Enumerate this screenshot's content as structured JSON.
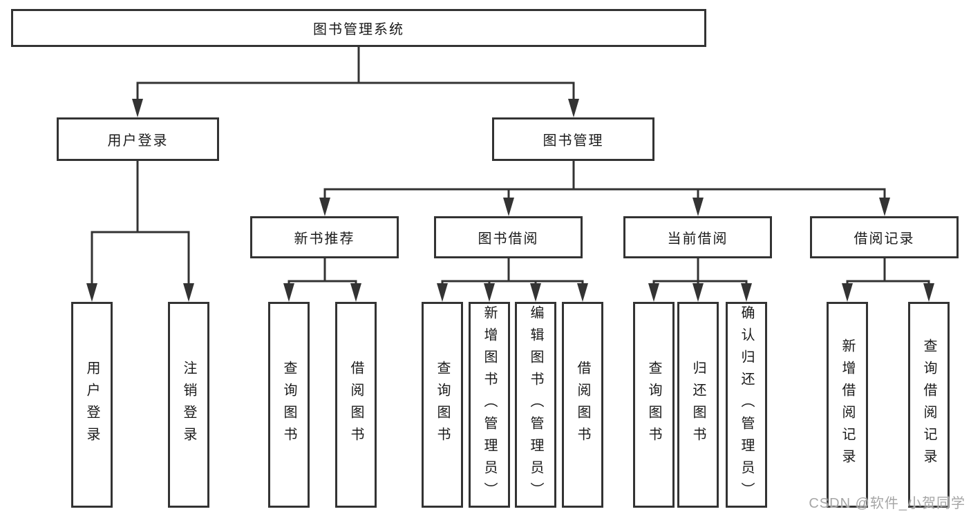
{
  "diagram_title": "图书管理系统",
  "nodes": {
    "root": "图书管理系统",
    "user_login": "用户登录",
    "book_management": "图书管理",
    "new_book_recommendation": "新书推荐",
    "book_borrowing": "图书借阅",
    "current_borrowing": "当前借阅",
    "borrowing_records": "借阅记录",
    "leaf_user_login": "用户登录",
    "leaf_logout": "注销登录",
    "leaf_nb_query_books": "查询图书",
    "leaf_nb_borrow_books": "借阅图书",
    "leaf_bb_query_books": "查询图书",
    "leaf_bb_add_books": "新增图书（管理员）",
    "leaf_bb_edit_books": "编辑图书（管理员）",
    "leaf_bb_borrow_books": "借阅图书",
    "leaf_cb_query_books": "查询图书",
    "leaf_cb_return_books": "归还图书",
    "leaf_cb_confirm_return": "确认归还（管理员）",
    "leaf_br_add_record": "新增借阅记录",
    "leaf_br_query_record": "查询借阅记录"
  },
  "watermark": "CSDN @软件_小贺同学",
  "colors": {
    "line": "#333333",
    "text": "#1a1a1a",
    "background": "#ffffff",
    "watermark": "#a6a6a6"
  }
}
